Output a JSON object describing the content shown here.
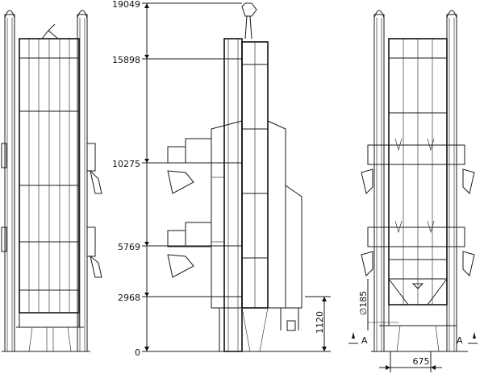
{
  "elevations": [
    {
      "id": "e19049",
      "label": "19049",
      "value": 19049
    },
    {
      "id": "e15898",
      "label": "15898",
      "value": 15898
    },
    {
      "id": "e10275",
      "label": "10275",
      "value": 10275
    },
    {
      "id": "e5769",
      "label": "5769",
      "value": 5769
    },
    {
      "id": "e2968",
      "label": "2968",
      "value": 2968
    },
    {
      "id": "e0",
      "label": "0",
      "value": 0
    }
  ],
  "dimensions": {
    "clearance": "1120",
    "diameter": "∅185",
    "width": "675",
    "section_left": "A",
    "section_right": "A"
  }
}
